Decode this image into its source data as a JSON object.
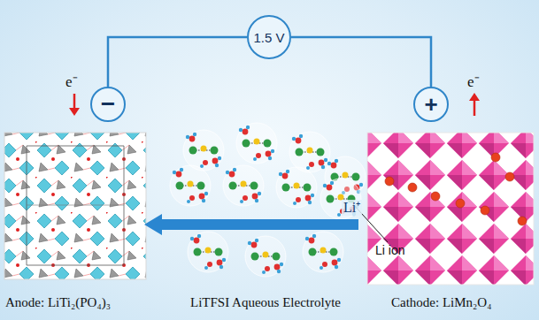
{
  "diagram": {
    "nodes": [
      {
        "text": [
          "1.5 V"
        ]
      },
      {
        "text": [
          "−"
        ]
      },
      {
        "text": [
          "+"
        ]
      }
    ],
    "edges": [
      {
        "from": 0,
        "to": 1,
        "arrow": "none"
      },
      {
        "from": 0,
        "to": 2,
        "arrow": "none"
      }
    ],
    "labels": [
      "e⁻",
      "e⁻",
      "Li⁺",
      "Li ion",
      "Anode: LiTi₂(PO₄)₃",
      "LiTFSI Aqueous Electrolyte",
      "Cathode: LiMn₂O₄"
    ]
  }
}
